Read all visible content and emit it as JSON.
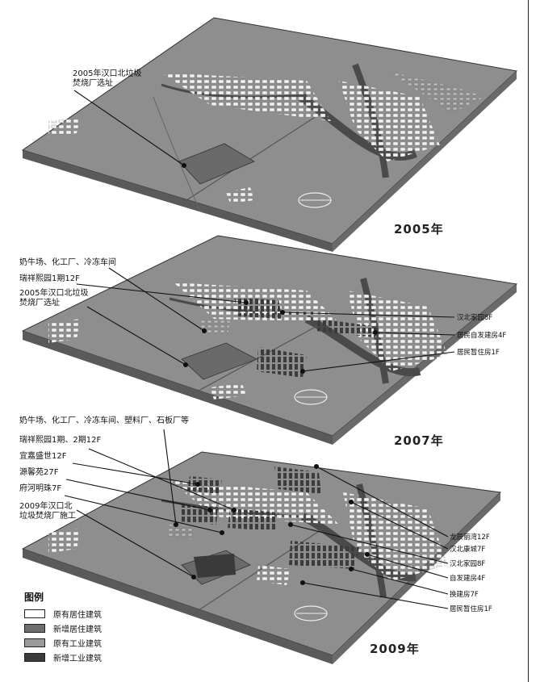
{
  "panels": [
    {
      "year": "2005年",
      "left_labels": [
        "2005年汉口北垃圾\n焚烧厂选址"
      ],
      "right_labels": []
    },
    {
      "year": "2007年",
      "left_labels": [
        "奶牛场、化工厂、冷冻车间",
        "瑞祥熙园1期12F",
        "2005年汉口北垃圾\n焚烧厂选址"
      ],
      "right_labels": [
        "汉北家园8F",
        "居民自发建房4F",
        "居民暂住房1F"
      ]
    },
    {
      "year": "2009年",
      "left_labels": [
        "奶牛场、化工厂、冷冻车间、塑料厂、石板厂等",
        "瑞祥熙园1期、2期12F",
        "宜嘉盛世12F",
        "源馨苑27F",
        "府河明珠7F",
        "2009年汉口北\n垃圾焚烧厂施工"
      ],
      "right_labels": [
        "龙辰丽湾12F",
        "汉北康城7F",
        "汉北家园8F",
        "自发建房4F",
        "换建房7F",
        "居民暂住房1F"
      ]
    }
  ],
  "legend": {
    "title": "图例",
    "items": [
      {
        "label": "原有居住建筑",
        "color": "#ffffff"
      },
      {
        "label": "新增居住建筑",
        "color": "#6e6e6e"
      },
      {
        "label": "原有工业建筑",
        "color": "#9a9a9a"
      },
      {
        "label": "新增工业建筑",
        "color": "#3a3a3a"
      }
    ]
  },
  "colors": {
    "ground": "#8e8e8e",
    "ground_side": "#5a5a5a",
    "road": "#4a4a4a",
    "site": "#6a6a6a",
    "leader": "#111111"
  }
}
